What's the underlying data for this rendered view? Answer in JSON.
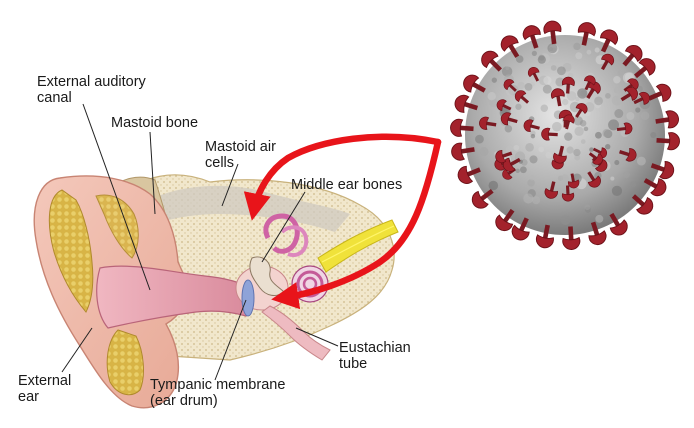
{
  "labels": {
    "external_auditory_canal": {
      "line1": "External auditory",
      "line2": "canal"
    },
    "mastoid_bone": "Mastoid bone",
    "mastoid_air_cells": {
      "line1": "Mastoid air",
      "line2": "cells"
    },
    "middle_ear_bones": "Middle ear bones",
    "eustachian_tube": {
      "line1": "Eustachian",
      "line2": "tube"
    },
    "external_ear": {
      "line1": "External",
      "line2": "ear"
    },
    "tympanic_membrane": {
      "line1": "Tympanic membrane",
      "line2": "(ear drum)"
    }
  },
  "colors": {
    "arrow": "#e8141a",
    "skin": "#f1c1b4",
    "canal": "#e9a7b3",
    "bone": "#efe6cf",
    "cartilage_fat": "#d9b84a",
    "muscle": "#cf7a4f",
    "nerve": "#f0e23a",
    "inner_ear": "#d36fae",
    "virus_body": "#c7c7c7",
    "virus_spike": "#a3222c"
  }
}
